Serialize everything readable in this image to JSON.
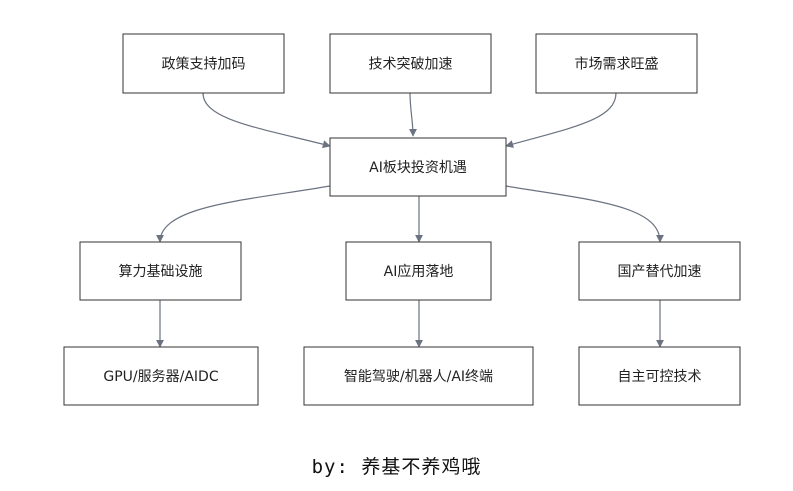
{
  "nodes": {
    "policy": "政策支持加码",
    "tech": "技术突破加速",
    "market": "市场需求旺盛",
    "core": "AI板块投资机遇",
    "infra": "算力基础设施",
    "app": "AI应用落地",
    "domestic": "国产替代加速",
    "infra_detail": "GPU/服务器/AIDC",
    "app_detail": "智能驾驶/机器人/AI终端",
    "domestic_detail": "自主可控技术"
  },
  "credit": "by: 养基不养鸡哦"
}
